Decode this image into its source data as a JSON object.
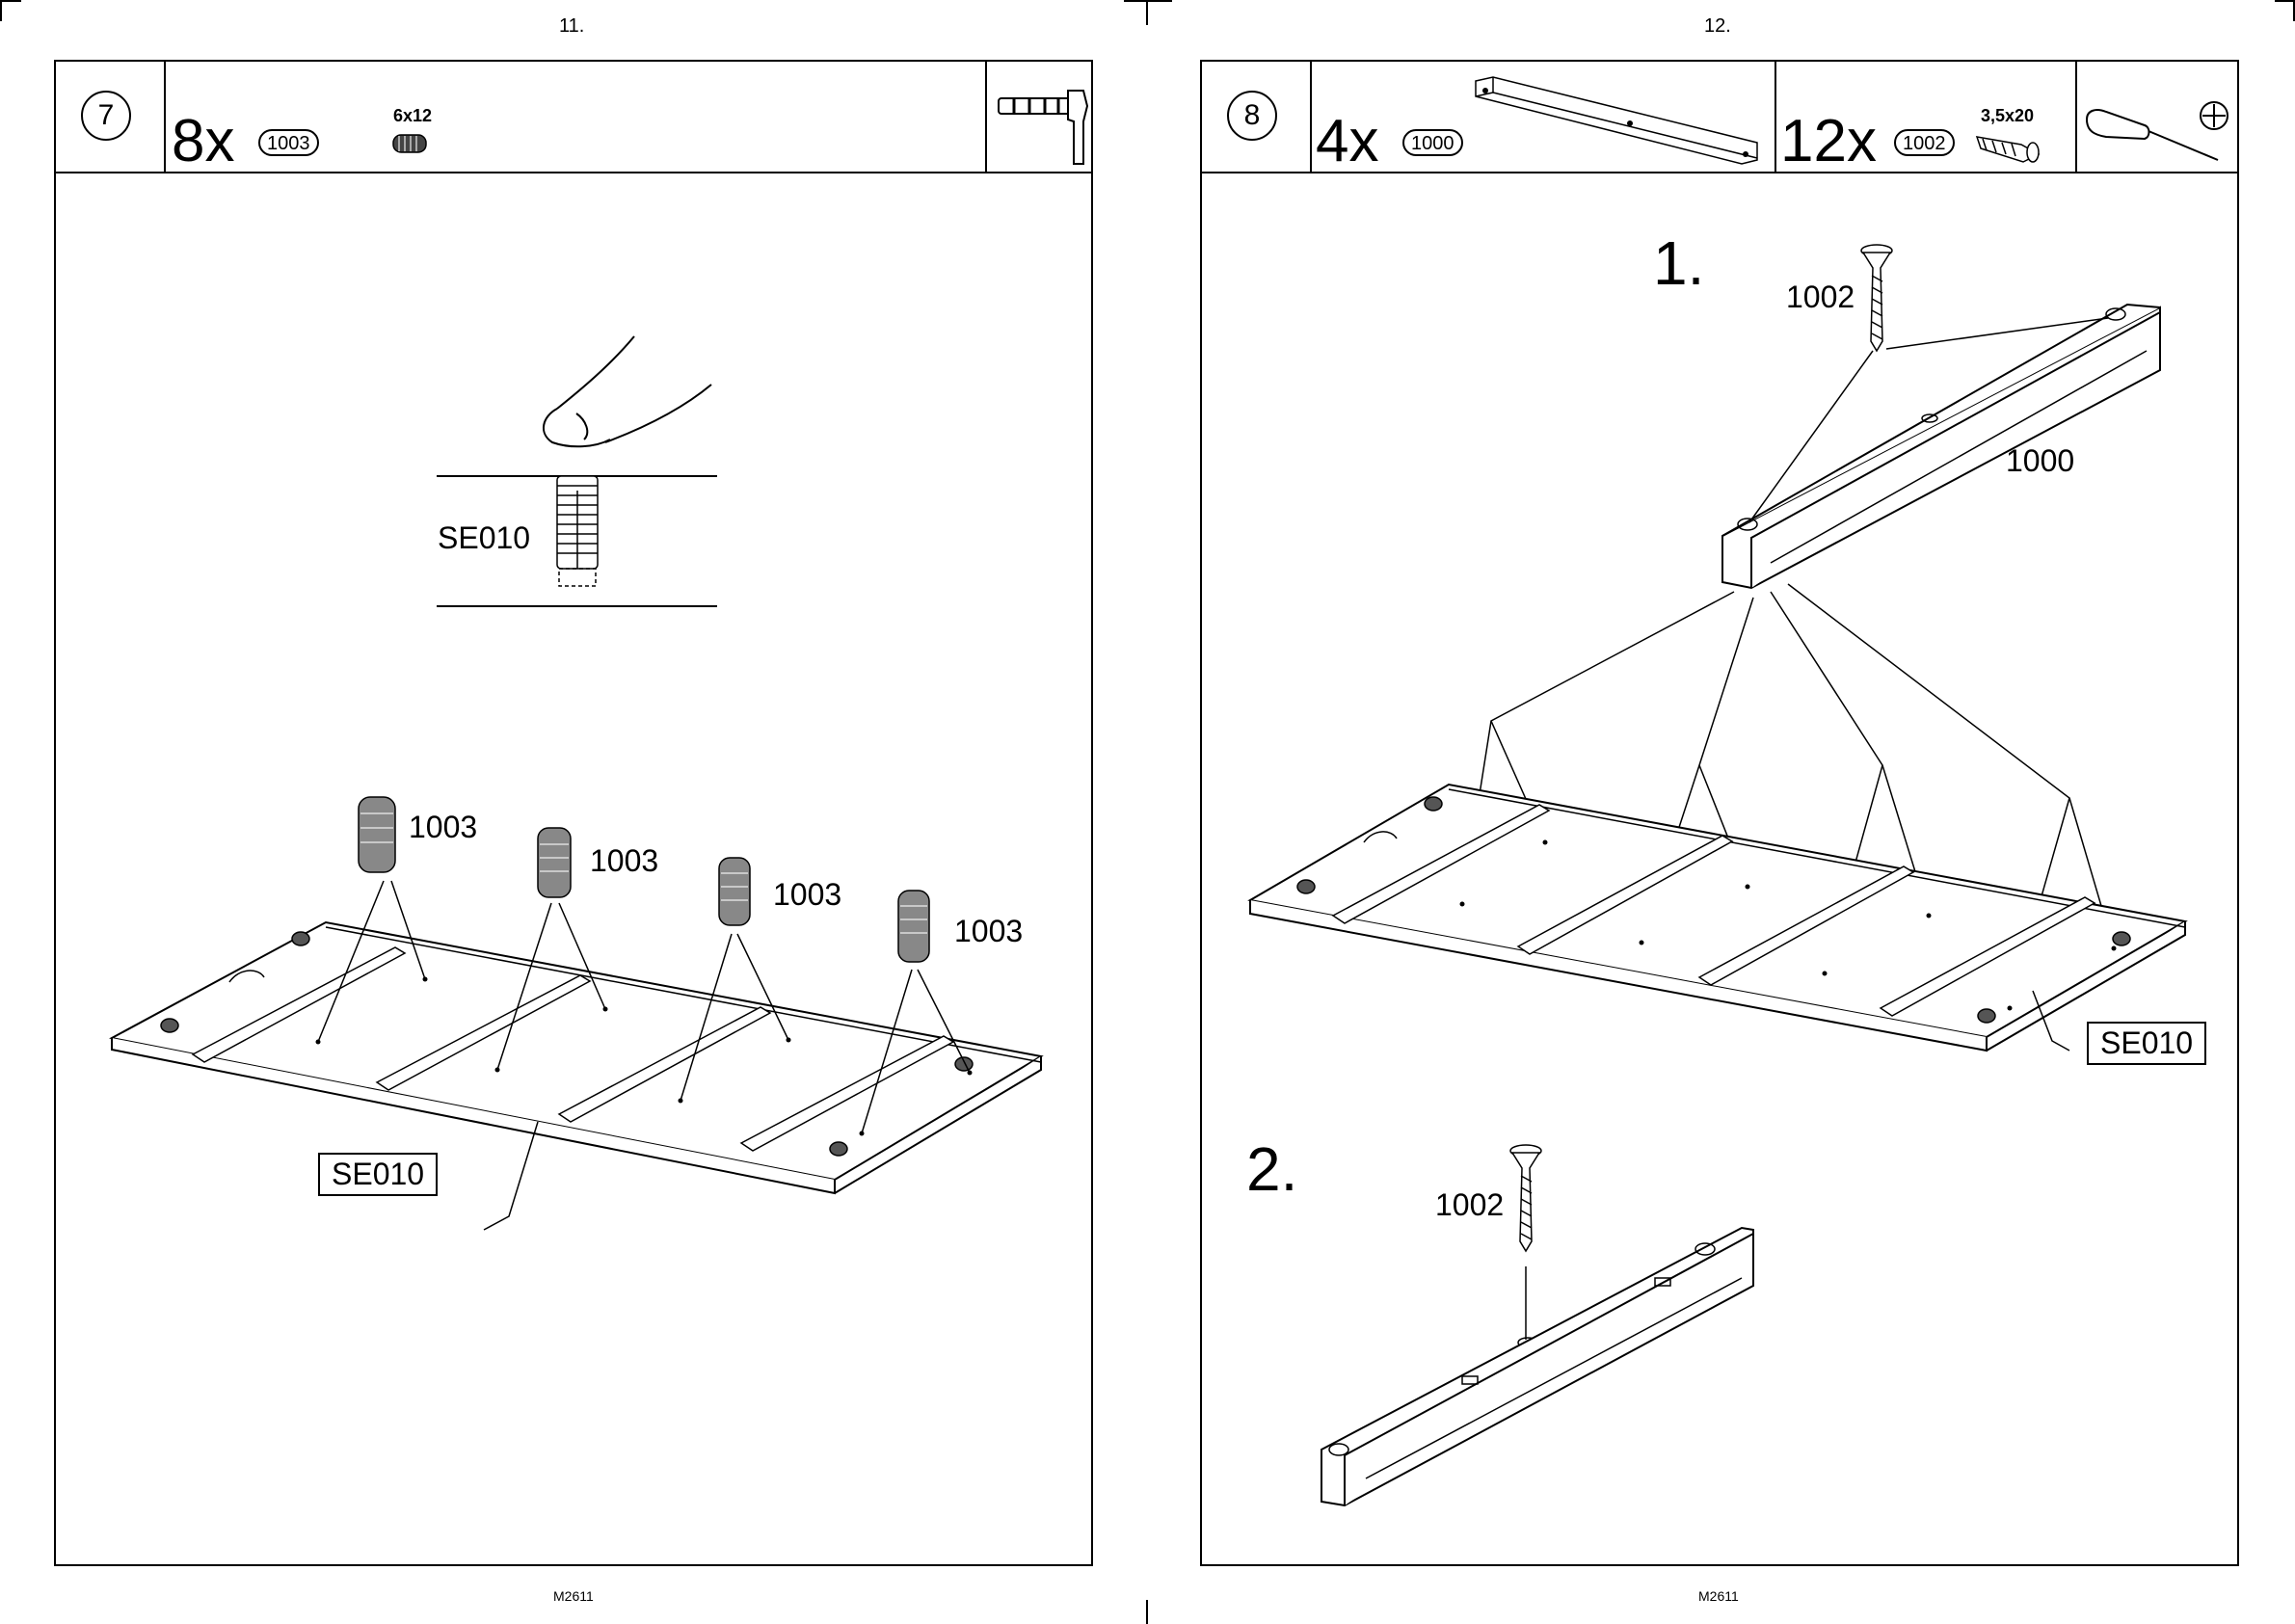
{
  "left_page": {
    "page_number": "11.",
    "footer": "M2611",
    "step": "7",
    "quantity": "8x",
    "part_code": "1003",
    "part_size": "6x12",
    "tool_icon": "hammer-icon",
    "insert_label": "SE010",
    "dowel_labels": [
      "1003",
      "1003",
      "1003",
      "1003"
    ],
    "panel_label": "SE010"
  },
  "right_page": {
    "page_number": "12.",
    "footer": "M2611",
    "step": "8",
    "quantity_1": "4x",
    "part_code_1": "1000",
    "quantity_2": "12x",
    "part_code_2": "1002",
    "part_size_2": "3,5x20",
    "tool_icon": "phillips-screwdriver-icon",
    "substep_1": "1.",
    "substep_2": "2.",
    "screw_label_1": "1002",
    "runner_label": "1000",
    "panel_label": "SE010",
    "screw_label_2": "1002"
  }
}
